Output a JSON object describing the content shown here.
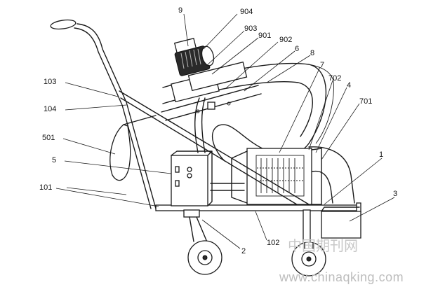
{
  "labels": {
    "l9": "9",
    "l904": "904",
    "l903": "903",
    "l901": "901",
    "l902": "902",
    "l6": "6",
    "l8": "8",
    "l7": "7",
    "l702": "702",
    "l4": "4",
    "l701": "701",
    "l103": "103",
    "l104": "104",
    "l501": "501",
    "l5": "5",
    "l101": "101",
    "l1": "1",
    "l3": "3",
    "l2": "2",
    "l102": "102"
  },
  "watermark": {
    "cn": "中国期刊网",
    "url": "www.chinaqking.com"
  }
}
